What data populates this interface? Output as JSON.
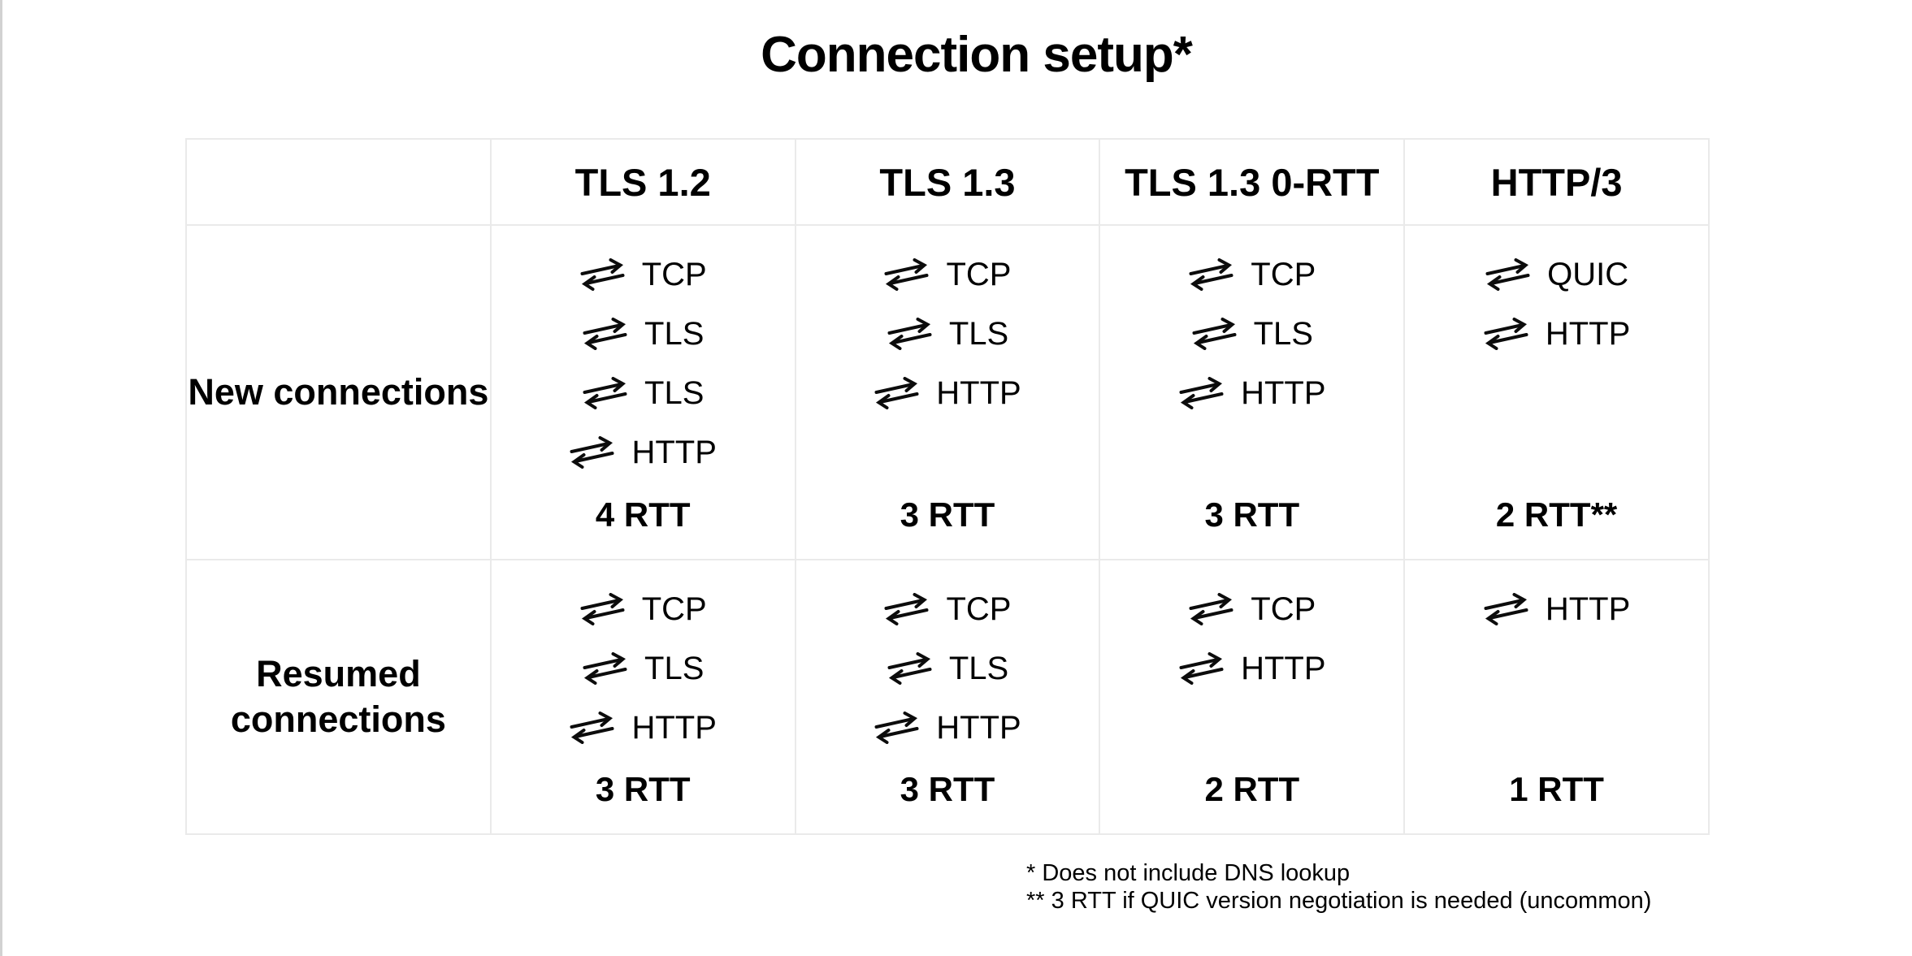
{
  "title": "Connection setup*",
  "table": {
    "corner_label": "",
    "columns": [
      "TLS 1.2",
      "TLS 1.3",
      "TLS 1.3 0-RTT",
      "HTTP/3"
    ],
    "rows": [
      {
        "label": "New connections",
        "cells": [
          {
            "steps": [
              "TCP",
              "TLS",
              "TLS",
              "HTTP"
            ],
            "rtt": "4 RTT"
          },
          {
            "steps": [
              "TCP",
              "TLS",
              "HTTP"
            ],
            "rtt": "3 RTT"
          },
          {
            "steps": [
              "TCP",
              "TLS",
              "HTTP"
            ],
            "rtt": "3 RTT"
          },
          {
            "steps": [
              "QUIC",
              "HTTP"
            ],
            "rtt": "2 RTT**"
          }
        ]
      },
      {
        "label": "Resumed connections",
        "cells": [
          {
            "steps": [
              "TCP",
              "TLS",
              "HTTP"
            ],
            "rtt": "3 RTT"
          },
          {
            "steps": [
              "TCP",
              "TLS",
              "HTTP"
            ],
            "rtt": "3 RTT"
          },
          {
            "steps": [
              "TCP",
              "HTTP"
            ],
            "rtt": "2 RTT"
          },
          {
            "steps": [
              "HTTP"
            ],
            "rtt": "1 RTT"
          }
        ]
      }
    ]
  },
  "footnotes": [
    "* Does not include DNS lookup",
    "** 3 RTT if QUIC version negotiation is needed (uncommon)"
  ],
  "icons": {
    "round_trip_arrows": "⇄"
  },
  "colors": {
    "text": "#000000",
    "table_border": "#eaeaea",
    "page_edge": "#d2d2d2",
    "background": "#ffffff"
  }
}
